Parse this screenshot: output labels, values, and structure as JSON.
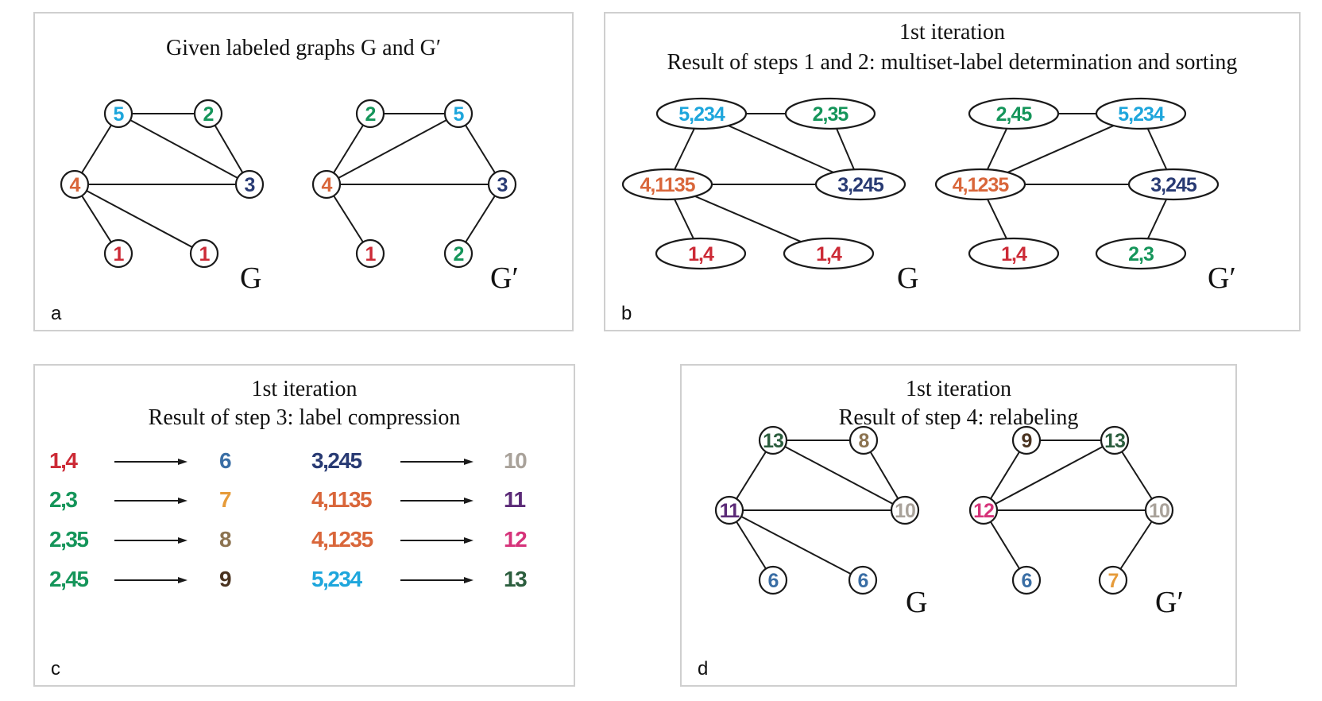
{
  "colors": {
    "c1": "#cc2a36",
    "c2": "#15955a",
    "c3": "#283a73",
    "c4": "#d9663a",
    "c5": "#1ea6dc",
    "c6": "#3a6ea5",
    "c7": "#e69b3a",
    "c8": "#8c7350",
    "c9": "#4a3320",
    "c10": "#a9a29a",
    "c11": "#5b2a77",
    "c12": "#d6337a",
    "c13": "#2c5e3e"
  },
  "panel_a": {
    "title": "Given labeled graphs G and G′",
    "panel_label": "a",
    "graphs": [
      {
        "name": "G",
        "nodes": [
          {
            "label": "5",
            "color": "c5"
          },
          {
            "label": "2",
            "color": "c2"
          },
          {
            "label": "4",
            "color": "c4"
          },
          {
            "label": "3",
            "color": "c3"
          },
          {
            "label": "1",
            "color": "c1"
          },
          {
            "label": "1",
            "color": "c1"
          }
        ]
      },
      {
        "name": "G′",
        "nodes": [
          {
            "label": "2",
            "color": "c2"
          },
          {
            "label": "5",
            "color": "c5"
          },
          {
            "label": "4",
            "color": "c4"
          },
          {
            "label": "3",
            "color": "c3"
          },
          {
            "label": "1",
            "color": "c1"
          },
          {
            "label": "2",
            "color": "c2"
          }
        ]
      }
    ]
  },
  "panel_b": {
    "title_line1": "1st iteration",
    "title_line2": "Result of steps 1 and 2: multiset-label determination and sorting",
    "panel_label": "b",
    "graphs": [
      {
        "name": "G",
        "nodes": [
          {
            "label": "5,234",
            "color": "c5"
          },
          {
            "label": "2,35",
            "color": "c2"
          },
          {
            "label": "4,1135",
            "color": "c4"
          },
          {
            "label": "3,245",
            "color": "c3"
          },
          {
            "label": "1,4",
            "color": "c1"
          },
          {
            "label": "1,4",
            "color": "c1"
          }
        ]
      },
      {
        "name": "G′",
        "nodes": [
          {
            "label": "2,45",
            "color": "c2"
          },
          {
            "label": "5,234",
            "color": "c5"
          },
          {
            "label": "4,1235",
            "color": "c4"
          },
          {
            "label": "3,245",
            "color": "c3"
          },
          {
            "label": "1,4",
            "color": "c1"
          },
          {
            "label": "2,3",
            "color": "c2"
          }
        ]
      }
    ]
  },
  "panel_c": {
    "title_line1": "1st iteration",
    "title_line2": "Result of step 3: label compression",
    "panel_label": "c",
    "mappings": [
      {
        "from": "1,4",
        "from_color": "c1",
        "to": "6",
        "to_color": "c6"
      },
      {
        "from": "2,3",
        "from_color": "c2",
        "to": "7",
        "to_color": "c7"
      },
      {
        "from": "2,35",
        "from_color": "c2",
        "to": "8",
        "to_color": "c8"
      },
      {
        "from": "2,45",
        "from_color": "c2",
        "to": "9",
        "to_color": "c9"
      },
      {
        "from": "3,245",
        "from_color": "c3",
        "to": "10",
        "to_color": "c10"
      },
      {
        "from": "4,1135",
        "from_color": "c4",
        "to": "11",
        "to_color": "c11"
      },
      {
        "from": "4,1235",
        "from_color": "c4",
        "to": "12",
        "to_color": "c12"
      },
      {
        "from": "5,234",
        "from_color": "c5",
        "to": "13",
        "to_color": "c13"
      }
    ]
  },
  "panel_d": {
    "title_line1": "1st iteration",
    "title_line2": "Result of step 4: relabeling",
    "panel_label": "d",
    "graphs": [
      {
        "name": "G",
        "nodes": [
          {
            "label": "13",
            "color": "c13"
          },
          {
            "label": "8",
            "color": "c8"
          },
          {
            "label": "11",
            "color": "c11"
          },
          {
            "label": "10",
            "color": "c10"
          },
          {
            "label": "6",
            "color": "c6"
          },
          {
            "label": "6",
            "color": "c6"
          }
        ]
      },
      {
        "name": "G′",
        "nodes": [
          {
            "label": "9",
            "color": "c9"
          },
          {
            "label": "13",
            "color": "c13"
          },
          {
            "label": "12",
            "color": "c12"
          },
          {
            "label": "10",
            "color": "c10"
          },
          {
            "label": "6",
            "color": "c6"
          },
          {
            "label": "7",
            "color": "c7"
          }
        ]
      }
    ]
  }
}
